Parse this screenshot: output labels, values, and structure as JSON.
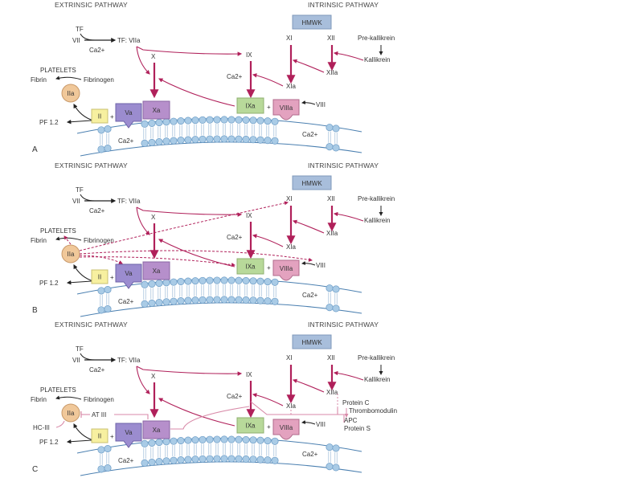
{
  "figure": {
    "colors": {
      "activation_arrow": "#b0205a",
      "inhibition_line": "#d88aa8",
      "thrombin_fill": "#f0c89a",
      "prothrombin_fill": "#f7f0a0",
      "va_fill": "#9b8ccf",
      "xa_fill": "#b68fcb",
      "ixa_fill": "#b8d99a",
      "viiia_fill": "#e3a2bf",
      "hmwk_fill": "#a8bedb",
      "membrane_bead": "#a9cbe6",
      "membrane_line": "#4a7fb0"
    },
    "panels": [
      {
        "id": "A",
        "panel_label": "A",
        "extrinsic_title": "EXTRINSIC PATHWAY",
        "intrinsic_title": "INTRINSIC PATHWAY",
        "hmwk": "HMWK",
        "tf": "TF",
        "vii": "VII",
        "tf_viia": "TF: VIIa",
        "ca_top": "Ca2+",
        "x": "X",
        "ix": "IX",
        "xi": "XI",
        "xii": "XII",
        "prekallikrein": "Pre-kallikrein",
        "kallikrein": "Kallikrein",
        "xiia": "XIIa",
        "xia": "XIa",
        "ca_ix": "Ca2+",
        "platelets": "PLATELETS",
        "fibrin": "Fibrin",
        "fibrinogen": "Fibrinogen",
        "iia": "IIa",
        "ii": "II",
        "va": "Va",
        "xa": "Xa",
        "ixa": "IXa",
        "viiia": "VIIIa",
        "viii": "VIII",
        "pf12": "PF 1.2",
        "ca_mem1": "Ca2+",
        "ca_mem2": "Ca2+",
        "plus1": "+",
        "plus2": "+"
      },
      {
        "id": "B",
        "panel_label": "B",
        "extrinsic_title": "EXTRINSIC PATHWAY",
        "intrinsic_title": "INTRINSIC PATHWAY",
        "hmwk": "HMWK",
        "tf": "TF",
        "vii": "VII",
        "tf_viia": "TF: VIIa",
        "ca_top": "Ca2+",
        "x": "X",
        "ix": "IX",
        "xi": "XI",
        "xii": "XII",
        "prekallikrein": "Pre-kallikrein",
        "kallikrein": "Kallikrein",
        "xiia": "XIIa",
        "xia": "XIa",
        "ca_ix": "Ca2+",
        "platelets": "PLATELETS",
        "fibrin": "Fibrin",
        "fibrinogen": "Fibrinogen",
        "iia": "IIa",
        "ii": "II",
        "va": "Va",
        "xa": "Xa",
        "ixa": "IXa",
        "viiia": "VIIIa",
        "viii": "VIII",
        "pf12": "PF 1.2",
        "ca_mem1": "Ca2+",
        "ca_mem2": "Ca2+",
        "plus1": "+",
        "plus2": "+"
      },
      {
        "id": "C",
        "panel_label": "C",
        "extrinsic_title": "EXTRINSIC PATHWAY",
        "intrinsic_title": "INTRINSIC PATHWAY",
        "hmwk": "HMWK",
        "tf": "TF",
        "vii": "VII",
        "tf_viia": "TF: VIIa",
        "ca_top": "Ca2+",
        "x": "X",
        "ix": "IX",
        "xi": "XI",
        "xii": "XII",
        "prekallikrein": "Pre-kallikrein",
        "kallikrein": "Kallikrein",
        "xiia": "XIIa",
        "xia": "XIa",
        "ca_ix": "Ca2+",
        "platelets": "PLATELETS",
        "fibrin": "Fibrin",
        "fibrinogen": "Fibrinogen",
        "iia": "IIa",
        "ii": "II",
        "va": "Va",
        "xa": "Xa",
        "ixa": "IXa",
        "viiia": "VIIIa",
        "viii": "VIII",
        "pf12": "PF 1.2",
        "ca_mem1": "Ca2+",
        "ca_mem2": "Ca2+",
        "plus1": "+",
        "plus2": "+",
        "at3": "AT III",
        "hc2": "HC-III",
        "protein_c": "Protein C",
        "thrombomodulin": "Thrombomodulin",
        "apc": "APC",
        "protein_s": "Protein S"
      }
    ]
  }
}
